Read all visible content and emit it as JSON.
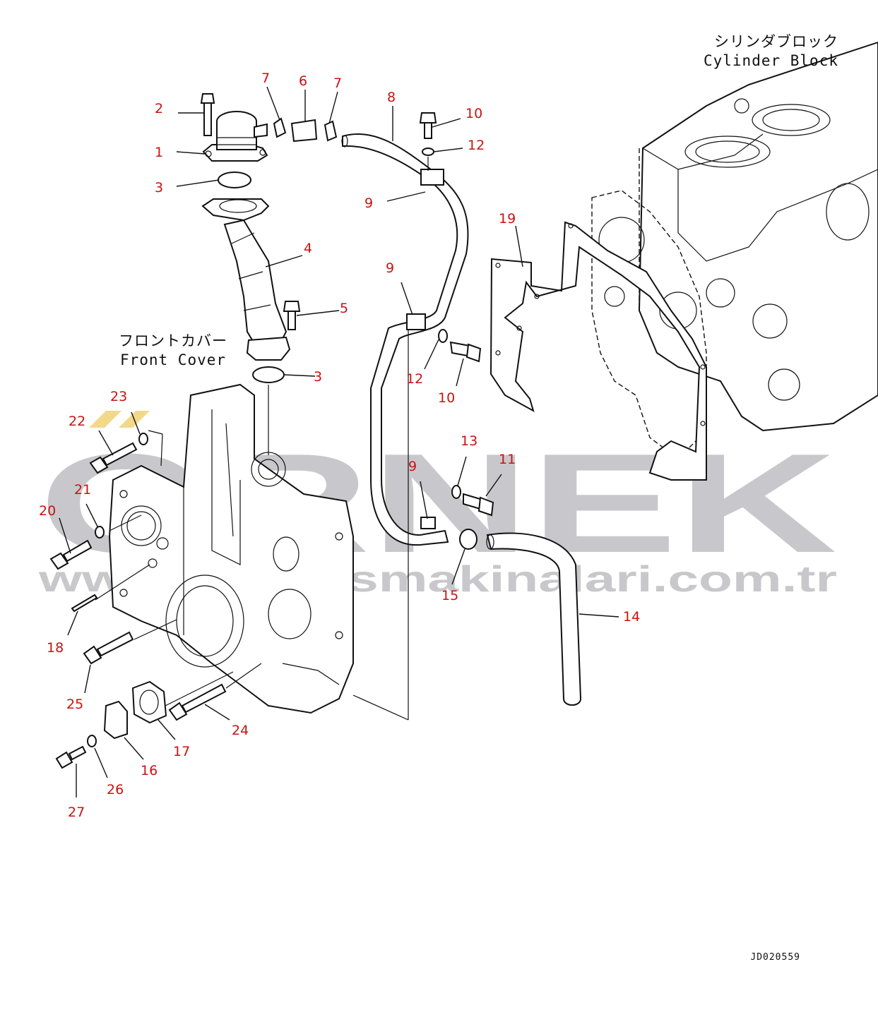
{
  "captions": {
    "cylinder_block_jp": "シリンダブロック",
    "cylinder_block_en": "Cylinder Block",
    "front_cover_jp": "フロントカバー",
    "front_cover_en": "Front Cover",
    "drawing_ref": "JD020559"
  },
  "watermark": {
    "brand": "ORNEK",
    "url": "www.ornekismakinalari.com.tr"
  },
  "colors": {
    "callout_number": "#cc1111",
    "line_art": "#111111",
    "watermark_gray": "#c8c8cc",
    "watermark_accent": "#f2d98a"
  },
  "callouts": [
    "1",
    "2",
    "3",
    "3",
    "4",
    "5",
    "6",
    "7",
    "7",
    "8",
    "9",
    "9",
    "9",
    "10",
    "10",
    "11",
    "12",
    "12",
    "13",
    "14",
    "15",
    "16",
    "17",
    "18",
    "19",
    "20",
    "21",
    "22",
    "23",
    "24",
    "25",
    "26",
    "27"
  ]
}
